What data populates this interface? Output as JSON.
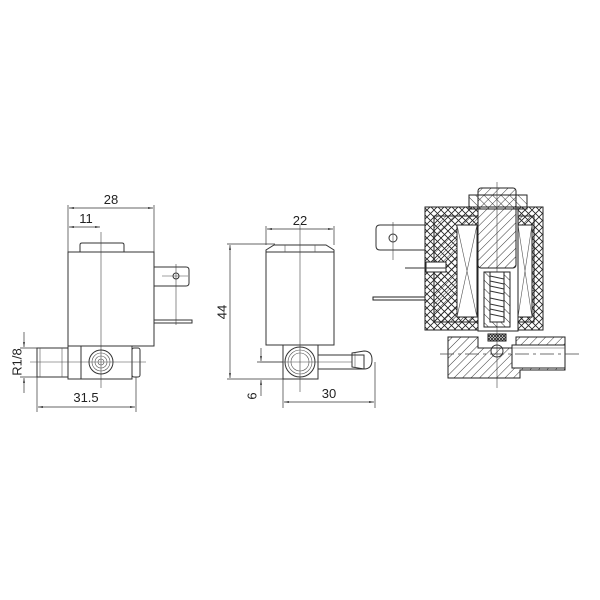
{
  "drawing": {
    "title": "Solenoid valve dimensional drawing",
    "views": [
      {
        "name": "front-view",
        "dimensions": {
          "overall_width": "28",
          "center_offset": "11",
          "body_length": "31.5",
          "thread": "R1/8"
        }
      },
      {
        "name": "side-view",
        "dimensions": {
          "coil_width": "22",
          "height": "44",
          "port_offset": "6",
          "outlet_length": "30"
        }
      },
      {
        "name": "section-view"
      }
    ]
  },
  "labels": {
    "dim_28": "28",
    "dim_11": "11",
    "dim_31_5": "31.5",
    "dim_r18": "R1/8",
    "dim_22": "22",
    "dim_44": "44",
    "dim_6": "6",
    "dim_30": "30"
  },
  "colors": {
    "line": "#333333",
    "background": "#ffffff"
  }
}
